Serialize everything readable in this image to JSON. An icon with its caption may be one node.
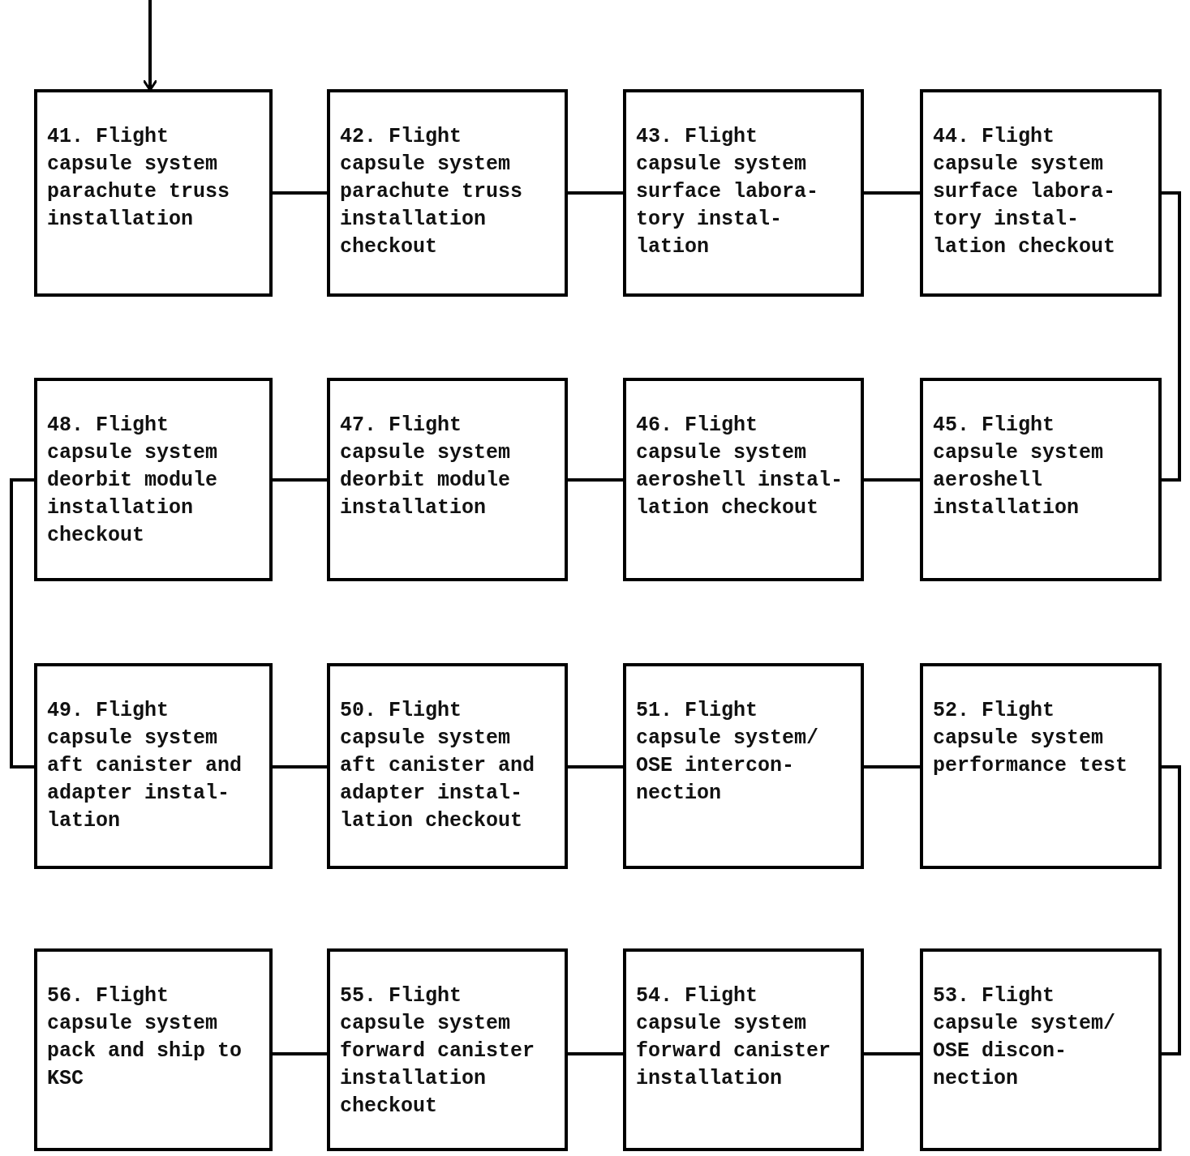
{
  "diagram": {
    "nodes": [
      {
        "text": [
          "41. Flight capsule system parachute truss installation"
        ]
      },
      {
        "text": [
          "42. Flight capsule system parachute truss installation checkout"
        ]
      },
      {
        "text": [
          "43. Flight capsule system surface labora- tory instal- lation"
        ]
      },
      {
        "text": [
          "44. Flight capsule system surface labora- tory instal- lation checkout"
        ]
      },
      {
        "text": [
          "45. Flight capsule system aeroshell installation"
        ]
      },
      {
        "text": [
          "46. Flight capsule system aeroshell instal- lation checkout"
        ]
      },
      {
        "text": [
          "47. Flight capsule system deorbit module installation"
        ]
      },
      {
        "text": [
          "48. Flight capsule system deorbit module installation checkout"
        ]
      },
      {
        "text": [
          "49. Flight capsule system aft canister and adapter instal- lation"
        ]
      },
      {
        "text": [
          "50. Flight capsule system aft canister and adapter instal- lation checkout"
        ]
      },
      {
        "text": [
          "51. Flight capsule system/ OSE intercon- nection"
        ]
      },
      {
        "text": [
          "52. Flight capsule system performance test"
        ]
      },
      {
        "text": [
          "53. Flight capsule system/ OSE discon- nection"
        ]
      },
      {
        "text": [
          "54. Flight capsule system forward canister installation"
        ]
      },
      {
        "text": [
          "55. Flight capsule system forward canister installation checkout"
        ]
      },
      {
        "text": [
          "56. Flight capsule system pack and ship to KSC"
        ]
      }
    ],
    "edges": [
      {
        "from": null,
        "to": 0,
        "arrow": "to"
      },
      {
        "from": 0,
        "to": 1,
        "arrow": "none"
      },
      {
        "from": 1,
        "to": 2,
        "arrow": "none"
      },
      {
        "from": 2,
        "to": 3,
        "arrow": "none"
      },
      {
        "from": 3,
        "to": 4,
        "arrow": "none"
      },
      {
        "from": 4,
        "to": 5,
        "arrow": "none"
      },
      {
        "from": 5,
        "to": 6,
        "arrow": "none"
      },
      {
        "from": 6,
        "to": 7,
        "arrow": "none"
      },
      {
        "from": 7,
        "to": 8,
        "arrow": "none"
      },
      {
        "from": 8,
        "to": 9,
        "arrow": "none"
      },
      {
        "from": 9,
        "to": 10,
        "arrow": "none"
      },
      {
        "from": 10,
        "to": 11,
        "arrow": "none"
      },
      {
        "from": 11,
        "to": 12,
        "arrow": "none"
      },
      {
        "from": 12,
        "to": 13,
        "arrow": "none"
      },
      {
        "from": 13,
        "to": 14,
        "arrow": "none"
      },
      {
        "from": 14,
        "to": 15,
        "arrow": "none"
      }
    ]
  }
}
